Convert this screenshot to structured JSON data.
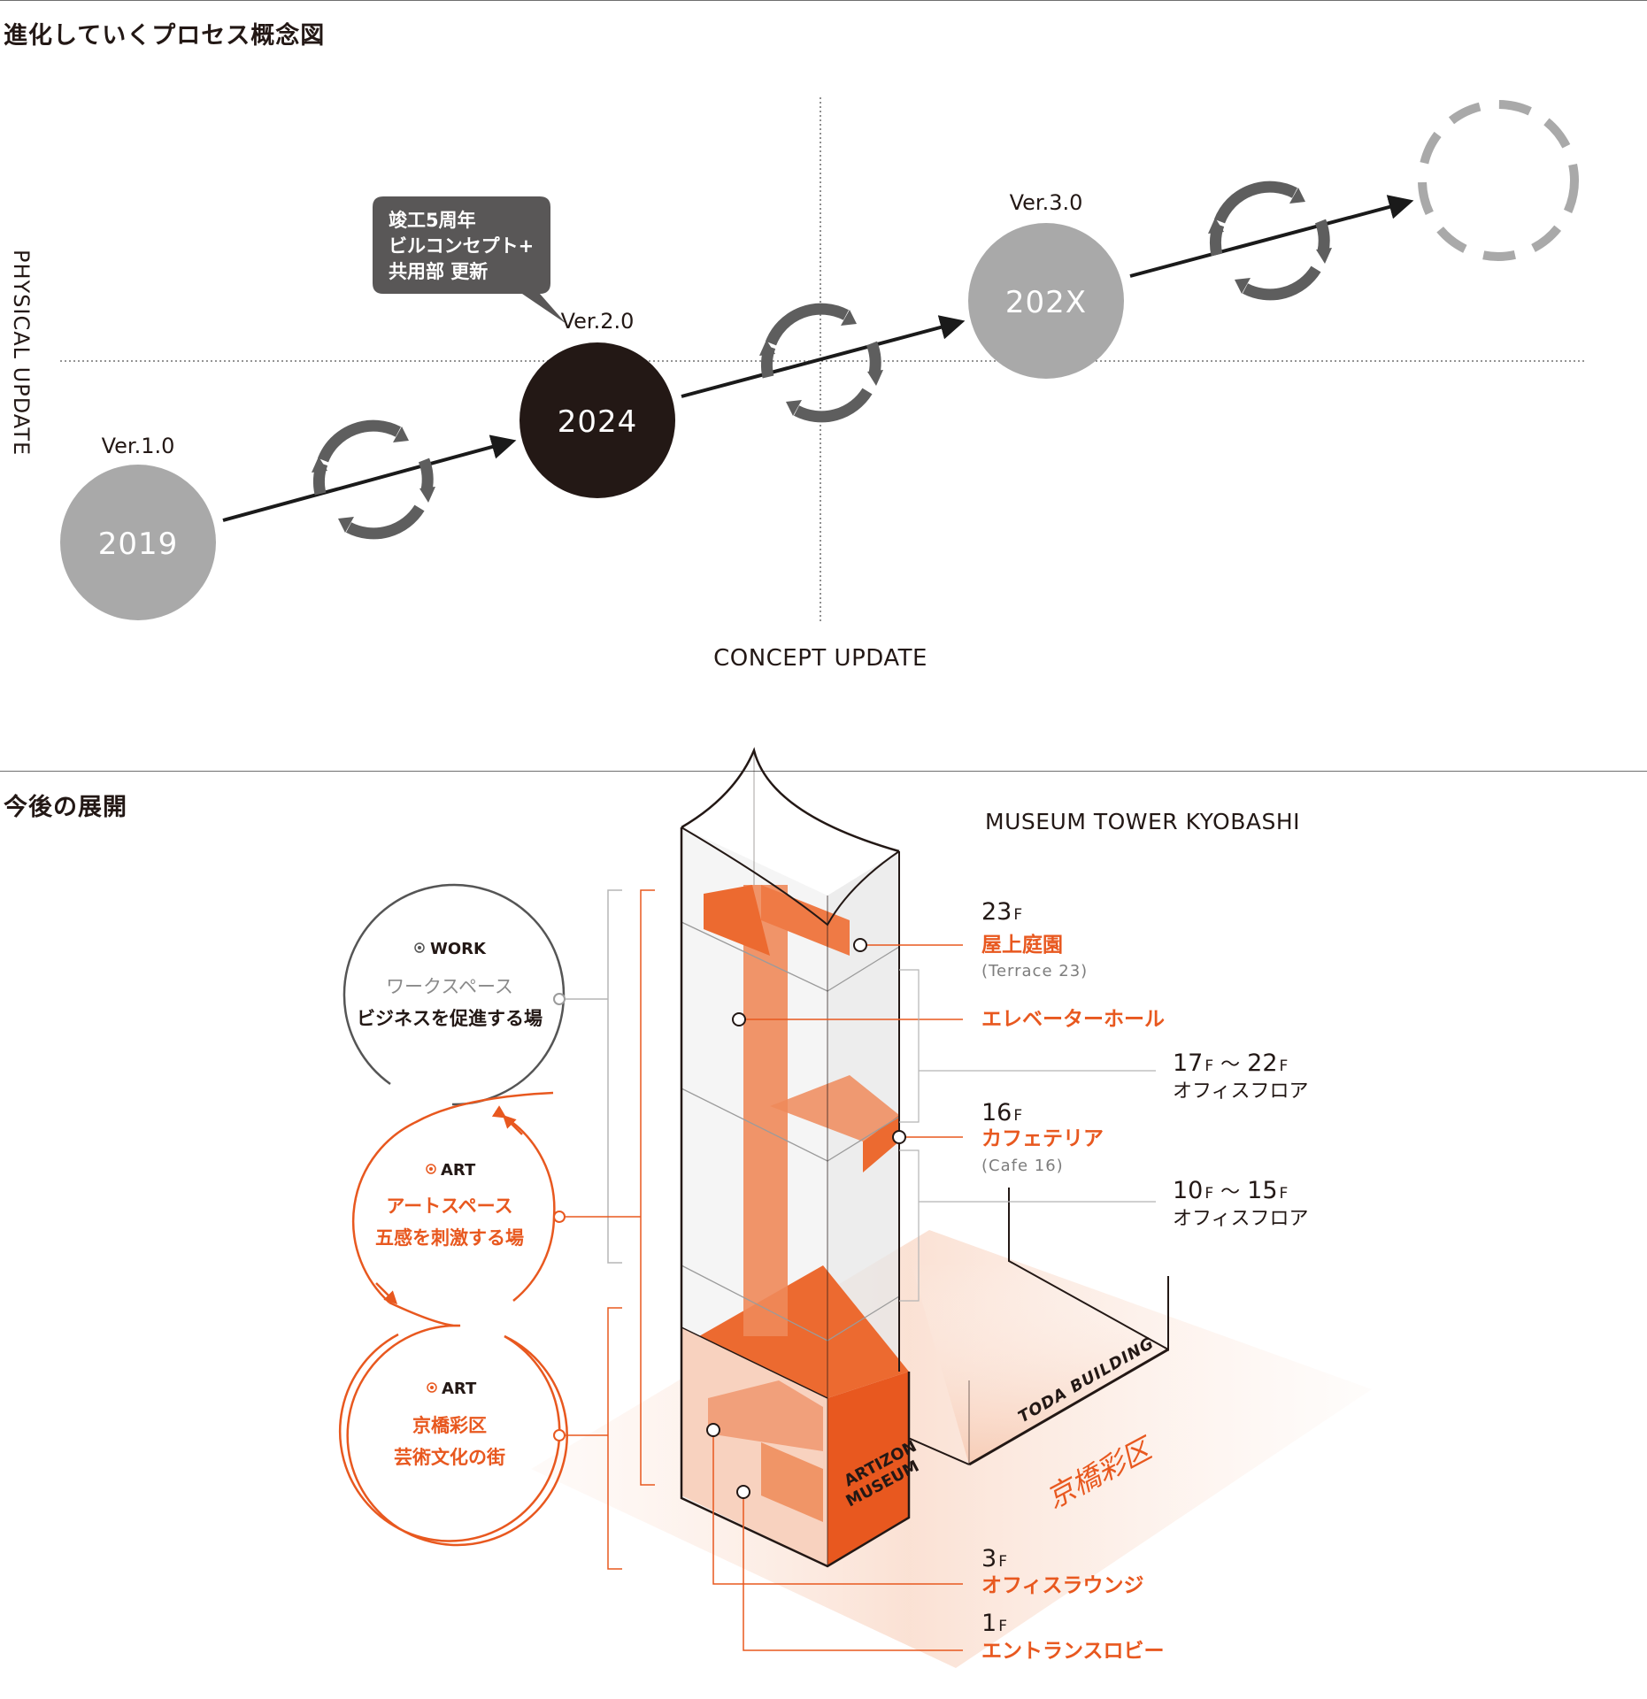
{
  "section1": {
    "title": "進化していくプロセス概念図",
    "y_axis_label": "PHYSICAL UPDATE",
    "x_axis_label": "CONCEPT UPDATE",
    "nodes": [
      {
        "version": "Ver.1.0",
        "year": "2019"
      },
      {
        "version": "Ver.2.0",
        "year": "2024"
      },
      {
        "version": "Ver.3.0",
        "year": "202X"
      }
    ],
    "callout": [
      "竣工5周年",
      "ビルコンセプト+",
      "共用部 更新"
    ]
  },
  "section2": {
    "title": "今後の展開",
    "tower_title": "MUSEUM TOWER KYOBASHI",
    "circles": [
      {
        "tag": "WORK",
        "line1": "ワークスペース",
        "line2": "ビジネスを促進する場"
      },
      {
        "tag": "ART",
        "line1": "アートスペース",
        "line2": "五感を刺激する場"
      },
      {
        "tag": "ART",
        "line1": "京橋彩区",
        "line2": "芸術文化の街"
      }
    ],
    "floors": {
      "f23": {
        "num": "23",
        "unit": "F",
        "name": "屋上庭園",
        "sub": "(Terrace 23)"
      },
      "elevator": {
        "name": "エレベーターホール"
      },
      "f17_22": {
        "a": "17",
        "b": "22",
        "unit": "F",
        "sep": "～",
        "name": "オフィスフロア"
      },
      "f16": {
        "num": "16",
        "unit": "F",
        "name": "カフェテリア",
        "sub": "(Cafe 16)"
      },
      "f10_15": {
        "a": "10",
        "b": "15",
        "unit": "F",
        "sep": "～",
        "name": "オフィスフロア"
      },
      "f3": {
        "num": "3",
        "unit": "F",
        "name": "オフィスラウンジ"
      },
      "f1": {
        "num": "1",
        "unit": "F",
        "name": "エントランスロビー"
      }
    },
    "artizon_lines": [
      "ARTIZON",
      "MUSEUM"
    ],
    "toda_label": "TODA BUILDING",
    "district_label": "京橋彩区"
  },
  "colors": {
    "orange": "#e8581f",
    "gray": "#a9a9a9",
    "dark": "#231815",
    "ring": "#5e5e5e"
  }
}
